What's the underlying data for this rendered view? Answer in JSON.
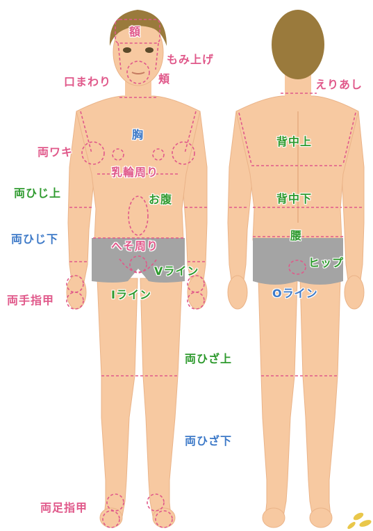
{
  "colors": {
    "skin": "#f7c9a1",
    "skin_shadow": "#eab388",
    "hair": "#9a7a3c",
    "underwear": "#a4a4a4",
    "guide_line": "#e0588a",
    "pink_label": "#e0588a",
    "green_label": "#2e9a2e",
    "blue_label": "#3e7ac8",
    "ornament": "#e9c74a"
  },
  "labels": {
    "forehead": "額",
    "sideburns": "もみ上げ",
    "cheek": "頬",
    "mouth": "口まわり",
    "nape": "えりあし",
    "chest": "胸",
    "armpits": "両ワキ",
    "nipples": "乳輪周り",
    "upper_arms": "両ひじ上",
    "belly": "お腹",
    "forearms": "両ひじ下",
    "navel": "へそ周り",
    "v_line": "Vライン",
    "i_line": "Iライン",
    "fingers": "両手指甲",
    "upper_back": "背中上",
    "lower_back": "背中下",
    "waist": "腰",
    "hip": "ヒップ",
    "o_line": "Oライン",
    "thighs": "両ひざ上",
    "shins": "両ひざ下",
    "toes": "両足指甲"
  }
}
